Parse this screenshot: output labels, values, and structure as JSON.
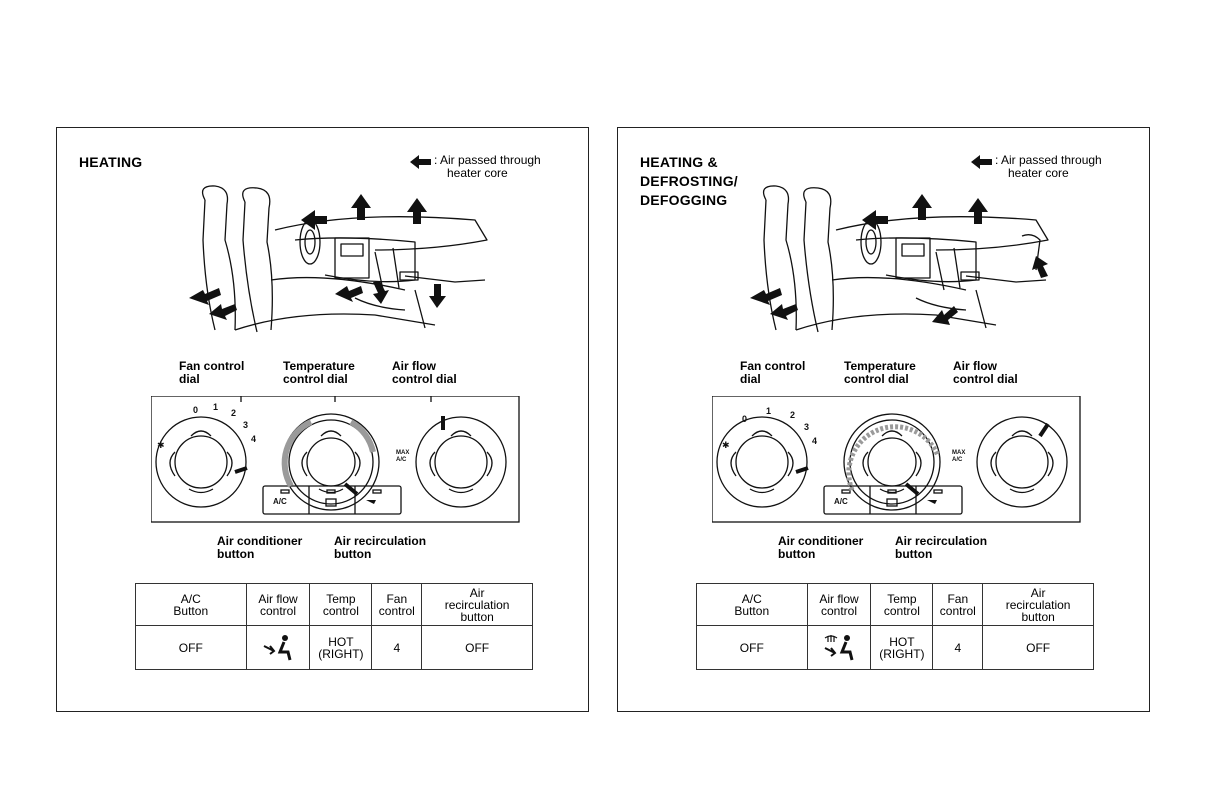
{
  "panels": [
    {
      "id": "heating",
      "title_lines": [
        "HEATING"
      ],
      "legend": {
        "line1": ": Air passed through",
        "line2": "heater core"
      },
      "labels": {
        "fan_dial": [
          "Fan control",
          "dial"
        ],
        "temp_dial": [
          "Temperature",
          "control dial"
        ],
        "flow_dial": [
          "Air flow",
          "control dial"
        ],
        "ac_button": [
          "Air conditioner",
          "button"
        ],
        "recirc_button": [
          "Air recirculation",
          "button"
        ]
      },
      "fan_ticks": [
        "0",
        "1",
        "2",
        "3",
        "4"
      ],
      "table": {
        "headers": [
          [
            "A/C",
            "Button"
          ],
          [
            "Air flow",
            "control"
          ],
          [
            "Temp",
            "control"
          ],
          [
            "Fan",
            "control"
          ],
          [
            "Air",
            "recirculation",
            "button"
          ]
        ],
        "values": {
          "ac": "OFF",
          "airflow_icon": "floor-vent-icon",
          "temp": [
            "HOT",
            "(RIGHT)"
          ],
          "fan": "4",
          "recirc": "OFF"
        }
      }
    },
    {
      "id": "heating-defrosting",
      "title_lines": [
        "HEATING &",
        "DEFROSTING/",
        "DEFOGGING"
      ],
      "legend": {
        "line1": ": Air passed through",
        "line2": "heater core"
      },
      "labels": {
        "fan_dial": [
          "Fan control",
          "dial"
        ],
        "temp_dial": [
          "Temperature",
          "control dial"
        ],
        "flow_dial": [
          "Air flow",
          "control dial"
        ],
        "ac_button": [
          "Air conditioner",
          "button"
        ],
        "recirc_button": [
          "Air recirculation",
          "button"
        ]
      },
      "fan_ticks": [
        "0",
        "1",
        "2",
        "3",
        "4"
      ],
      "table": {
        "headers": [
          [
            "A/C",
            "Button"
          ],
          [
            "Air flow",
            "control"
          ],
          [
            "Temp",
            "control"
          ],
          [
            "Fan",
            "control"
          ],
          [
            "Air",
            "recirculation",
            "button"
          ]
        ],
        "values": {
          "ac": "OFF",
          "airflow_icon": "defrost-floor-icon",
          "temp": [
            "HOT",
            "(RIGHT)"
          ],
          "fan": "4",
          "recirc": "OFF"
        }
      }
    }
  ],
  "buttons": {
    "ac": "A/C"
  },
  "flow_labels": {
    "max_ac": [
      "MAX",
      "A/C"
    ]
  },
  "colors": {
    "ink": "#111111",
    "border": "#222222",
    "shade": "#9a9a9a"
  }
}
